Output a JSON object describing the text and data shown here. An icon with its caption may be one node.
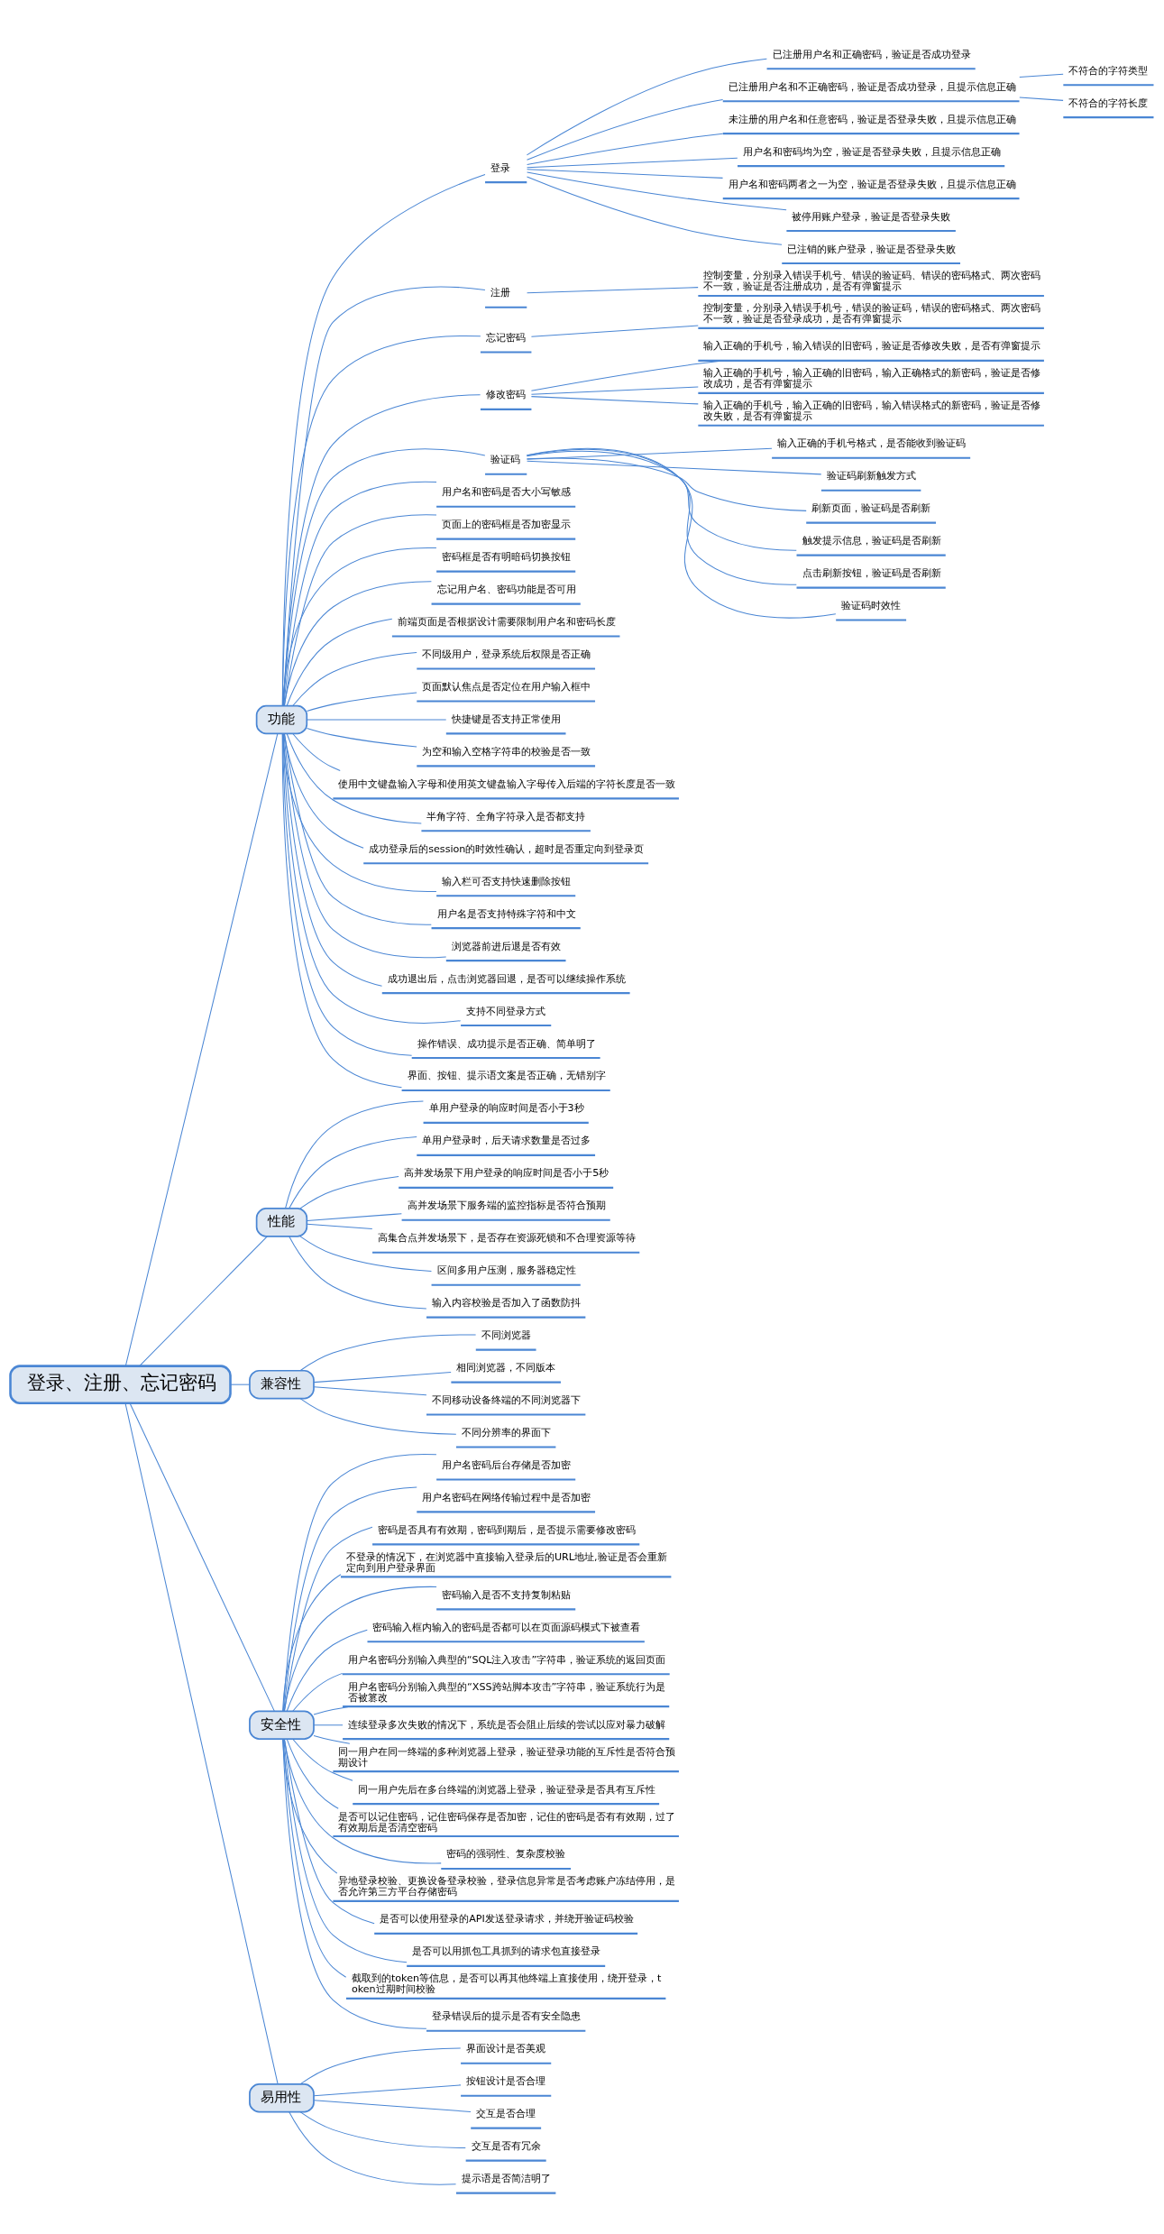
{
  "diagram": {
    "nodes": [
      {
        "text": [
          "登录、注册、忘记密码"
        ]
      },
      {
        "text": [
          "功能"
        ]
      },
      {
        "text": [
          "登录"
        ]
      },
      {
        "text": [
          "已注册用户名和正确密码，验证是否成功登录"
        ]
      },
      {
        "text": [
          "已注册用户名和不正确密码，验证是否成功登录，且提示信息正确"
        ]
      },
      {
        "text": [
          "不符合的字符类型"
        ]
      },
      {
        "text": [
          "不符合的字符长度"
        ]
      },
      {
        "text": [
          "未注册的用户名和任意密码，验证是否登录失败，且提示信息正确"
        ]
      },
      {
        "text": [
          "用户名和密码均为空，验证是否登录失败，且提示信息正确"
        ]
      },
      {
        "text": [
          "用户名和密码两者之一为空，验证是否登录失败，且提示信息正确"
        ]
      },
      {
        "text": [
          "被停用账户登录，验证是否登录失败"
        ]
      },
      {
        "text": [
          "已注销的账户登录，验证是否登录失败"
        ]
      },
      {
        "text": [
          "注册"
        ]
      },
      {
        "text": [
          "控制变量，分别录入错误手机号、错误的验证码、错误的密码格式、两次密码不一致，验证是否注册成功，是否有弹窗提示"
        ]
      },
      {
        "text": [
          "忘记密码"
        ]
      },
      {
        "text": [
          "控制变量，分别录入错误手机号，错误的验证码，错误的密码格式、两次密码不一致，验证是否登录成功，是否有弹窗提示"
        ]
      },
      {
        "text": [
          "修改密码"
        ]
      },
      {
        "text": [
          "输入正确的手机号，输入错误的旧密码，验证是否修改失败，是否有弹窗提示"
        ]
      },
      {
        "text": [
          "输入正确的手机号，输入正确的旧密码，输入正确格式的新密码，验证是否修改成功，是否有弹窗提示"
        ]
      },
      {
        "text": [
          "输入正确的手机号，输入正确的旧密码，输入错误格式的新密码，验证是否修改失败，是否有弹窗提示"
        ]
      },
      {
        "text": [
          "验证码"
        ]
      },
      {
        "text": [
          "输入正确的手机号格式，是否能收到验证码"
        ]
      },
      {
        "text": [
          "验证码刷新触发方式"
        ]
      },
      {
        "text": [
          "刷新页面，验证码是否刷新"
        ]
      },
      {
        "text": [
          "触发提示信息，验证码是否刷新"
        ]
      },
      {
        "text": [
          "点击刷新按钮，验证码是否刷新"
        ]
      },
      {
        "text": [
          "验证码时效性"
        ]
      },
      {
        "text": [
          "用户名和密码是否大小写敏感"
        ]
      },
      {
        "text": [
          "页面上的密码框是否加密显示"
        ]
      },
      {
        "text": [
          "密码框是否有明暗码切换按钮"
        ]
      },
      {
        "text": [
          "忘记用户名、密码功能是否可用"
        ]
      },
      {
        "text": [
          "前端页面是否根据设计需要限制用户名和密码长度"
        ]
      },
      {
        "text": [
          "不同级用户，登录系统后权限是否正确"
        ]
      },
      {
        "text": [
          "页面默认焦点是否定位在用户输入框中"
        ]
      },
      {
        "text": [
          "快捷键是否支持正常使用"
        ]
      },
      {
        "text": [
          "为空和输入空格字符串的校验是否一致"
        ]
      },
      {
        "text": [
          "使用中文键盘输入字母和使用英文键盘输入字母传入后端的字符长度是否一致"
        ]
      },
      {
        "text": [
          "半角字符、全角字符录入是否都支持"
        ]
      },
      {
        "text": [
          "成功登录后的session的时效性确认，超时是否重定向到登录页"
        ]
      },
      {
        "text": [
          "输入栏可否支持快速删除按钮"
        ]
      },
      {
        "text": [
          "用户名是否支持特殊字符和中文"
        ]
      },
      {
        "text": [
          "浏览器前进后退是否有效"
        ]
      },
      {
        "text": [
          "成功退出后，点击浏览器回退，是否可以继续操作系统"
        ]
      },
      {
        "text": [
          "支持不同登录方式"
        ]
      },
      {
        "text": [
          "操作错误、成功提示是否正确、简单明了"
        ]
      },
      {
        "text": [
          "界面、按钮、提示语文案是否正确，无错别字"
        ]
      },
      {
        "text": [
          "性能"
        ]
      },
      {
        "text": [
          "单用户登录的响应时间是否小于3秒"
        ]
      },
      {
        "text": [
          "单用户登录时，后天请求数量是否过多"
        ]
      },
      {
        "text": [
          "高并发场景下用户登录的响应时间是否小于5秒"
        ]
      },
      {
        "text": [
          "高并发场景下服务端的监控指标是否符合预期"
        ]
      },
      {
        "text": [
          "高集合点并发场景下，是否存在资源死锁和不合理资源等待"
        ]
      },
      {
        "text": [
          "区间多用户压测，服务器稳定性"
        ]
      },
      {
        "text": [
          "输入内容校验是否加入了函数防抖"
        ]
      },
      {
        "text": [
          "兼容性"
        ]
      },
      {
        "text": [
          "不同浏览器"
        ]
      },
      {
        "text": [
          "相同浏览器，不同版本"
        ]
      },
      {
        "text": [
          "不同移动设备终端的不同浏览器下"
        ]
      },
      {
        "text": [
          "不同分辨率的界面下"
        ]
      },
      {
        "text": [
          "安全性"
        ]
      },
      {
        "text": [
          "用户名密码后台存储是否加密"
        ]
      },
      {
        "text": [
          "用户名密码在网络传输过程中是否加密"
        ]
      },
      {
        "text": [
          "密码是否具有有效期，密码到期后，是否提示需要修改密码"
        ]
      },
      {
        "text": [
          "不登录的情况下，在浏览器中直接输入登录后的URL地址,验证是否会重新定向到用户登录界面"
        ]
      },
      {
        "text": [
          "密码输入是否不支持复制粘贴"
        ]
      },
      {
        "text": [
          "密码输入框内输入的密码是否都可以在页面源码模式下被查看"
        ]
      },
      {
        "text": [
          "用户名密码分别输入典型的“SQL注入攻击”字符串，验证系统的返回页面"
        ]
      },
      {
        "text": [
          "用户名密码分别输入典型的“XSS跨站脚本攻击”字符串，验证系统行为是否被篡改"
        ]
      },
      {
        "text": [
          "连续登录多次失败的情况下，系统是否会阻止后续的尝试以应对暴力破解"
        ]
      },
      {
        "text": [
          "同一用户在同一终端的多种浏览器上登录，验证登录功能的互斥性是否符合预期设计"
        ]
      },
      {
        "text": [
          "同一用户先后在多台终端的浏览器上登录，验证登录是否具有互斥性"
        ]
      },
      {
        "text": [
          "是否可以记住密码，记住密码保存是否加密，记住的密码是否有有效期，过了有效期后是否清空密码"
        ]
      },
      {
        "text": [
          "密码的强弱性、复杂度校验"
        ]
      },
      {
        "text": [
          "异地登录校验、更换设备登录校验，登录信息异常是否考虑账户冻结停用，是否允许第三方平台存储密码"
        ]
      },
      {
        "text": [
          "是否可以使用登录的API发送登录请求，并绕开验证码校验"
        ]
      },
      {
        "text": [
          "是否可以用抓包工具抓到的请求包直接登录"
        ]
      },
      {
        "text": [
          "截取到的token等信息，是否可以再其他终端上直接使用，绕开登录，token过期时间校验"
        ]
      },
      {
        "text": [
          "登录错误后的提示是否有安全隐患"
        ]
      },
      {
        "text": [
          "易用性"
        ]
      },
      {
        "text": [
          "界面设计是否美观"
        ]
      },
      {
        "text": [
          "按钮设计是否合理"
        ]
      },
      {
        "text": [
          "交互是否合理"
        ]
      },
      {
        "text": [
          "交互是否有冗余"
        ]
      },
      {
        "text": [
          "提示语是否简洁明了"
        ]
      }
    ],
    "edges": [
      {
        "from": 0,
        "to": 1,
        "arrow": "none"
      },
      {
        "from": 1,
        "to": 2,
        "arrow": "none"
      },
      {
        "from": 2,
        "to": 3,
        "arrow": "none"
      },
      {
        "from": 2,
        "to": 4,
        "arrow": "none"
      },
      {
        "from": 4,
        "to": 5,
        "arrow": "none"
      },
      {
        "from": 4,
        "to": 6,
        "arrow": "none"
      },
      {
        "from": 2,
        "to": 7,
        "arrow": "none"
      },
      {
        "from": 2,
        "to": 8,
        "arrow": "none"
      },
      {
        "from": 2,
        "to": 9,
        "arrow": "none"
      },
      {
        "from": 2,
        "to": 10,
        "arrow": "none"
      },
      {
        "from": 2,
        "to": 11,
        "arrow": "none"
      },
      {
        "from": 1,
        "to": 12,
        "arrow": "none"
      },
      {
        "from": 12,
        "to": 13,
        "arrow": "none"
      },
      {
        "from": 1,
        "to": 14,
        "arrow": "none"
      },
      {
        "from": 14,
        "to": 15,
        "arrow": "none"
      },
      {
        "from": 1,
        "to": 16,
        "arrow": "none"
      },
      {
        "from": 16,
        "to": 17,
        "arrow": "none"
      },
      {
        "from": 16,
        "to": 18,
        "arrow": "none"
      },
      {
        "from": 16,
        "to": 19,
        "arrow": "none"
      },
      {
        "from": 1,
        "to": 20,
        "arrow": "none"
      },
      {
        "from": 20,
        "to": 21,
        "arrow": "none"
      },
      {
        "from": 20,
        "to": 22,
        "arrow": "none"
      },
      {
        "from": 20,
        "to": 23,
        "arrow": "none"
      },
      {
        "from": 20,
        "to": 24,
        "arrow": "none"
      },
      {
        "from": 20,
        "to": 25,
        "arrow": "none"
      },
      {
        "from": 20,
        "to": 26,
        "arrow": "none"
      },
      {
        "from": 1,
        "to": 27,
        "arrow": "none"
      },
      {
        "from": 1,
        "to": 28,
        "arrow": "none"
      },
      {
        "from": 1,
        "to": 29,
        "arrow": "none"
      },
      {
        "from": 1,
        "to": 30,
        "arrow": "none"
      },
      {
        "from": 1,
        "to": 31,
        "arrow": "none"
      },
      {
        "from": 1,
        "to": 32,
        "arrow": "none"
      },
      {
        "from": 1,
        "to": 33,
        "arrow": "none"
      },
      {
        "from": 1,
        "to": 34,
        "arrow": "none"
      },
      {
        "from": 1,
        "to": 35,
        "arrow": "none"
      },
      {
        "from": 1,
        "to": 36,
        "arrow": "none"
      },
      {
        "from": 1,
        "to": 37,
        "arrow": "none"
      },
      {
        "from": 1,
        "to": 38,
        "arrow": "none"
      },
      {
        "from": 1,
        "to": 39,
        "arrow": "none"
      },
      {
        "from": 1,
        "to": 40,
        "arrow": "none"
      },
      {
        "from": 1,
        "to": 41,
        "arrow": "none"
      },
      {
        "from": 1,
        "to": 42,
        "arrow": "none"
      },
      {
        "from": 1,
        "to": 43,
        "arrow": "none"
      },
      {
        "from": 1,
        "to": 44,
        "arrow": "none"
      },
      {
        "from": 1,
        "to": 45,
        "arrow": "none"
      },
      {
        "from": 0,
        "to": 46,
        "arrow": "none"
      },
      {
        "from": 46,
        "to": 47,
        "arrow": "none"
      },
      {
        "from": 46,
        "to": 48,
        "arrow": "none"
      },
      {
        "from": 46,
        "to": 49,
        "arrow": "none"
      },
      {
        "from": 46,
        "to": 50,
        "arrow": "none"
      },
      {
        "from": 46,
        "to": 51,
        "arrow": "none"
      },
      {
        "from": 46,
        "to": 52,
        "arrow": "none"
      },
      {
        "from": 46,
        "to": 53,
        "arrow": "none"
      },
      {
        "from": 0,
        "to": 54,
        "arrow": "none"
      },
      {
        "from": 54,
        "to": 55,
        "arrow": "none"
      },
      {
        "from": 54,
        "to": 56,
        "arrow": "none"
      },
      {
        "from": 54,
        "to": 57,
        "arrow": "none"
      },
      {
        "from": 54,
        "to": 58,
        "arrow": "none"
      },
      {
        "from": 0,
        "to": 59,
        "arrow": "none"
      },
      {
        "from": 59,
        "to": 60,
        "arrow": "none"
      },
      {
        "from": 59,
        "to": 61,
        "arrow": "none"
      },
      {
        "from": 59,
        "to": 62,
        "arrow": "none"
      },
      {
        "from": 59,
        "to": 63,
        "arrow": "none"
      },
      {
        "from": 59,
        "to": 64,
        "arrow": "none"
      },
      {
        "from": 59,
        "to": 65,
        "arrow": "none"
      },
      {
        "from": 59,
        "to": 66,
        "arrow": "none"
      },
      {
        "from": 59,
        "to": 67,
        "arrow": "none"
      },
      {
        "from": 59,
        "to": 68,
        "arrow": "none"
      },
      {
        "from": 59,
        "to": 69,
        "arrow": "none"
      },
      {
        "from": 59,
        "to": 70,
        "arrow": "none"
      },
      {
        "from": 59,
        "to": 71,
        "arrow": "none"
      },
      {
        "from": 59,
        "to": 72,
        "arrow": "none"
      },
      {
        "from": 59,
        "to": 73,
        "arrow": "none"
      },
      {
        "from": 59,
        "to": 74,
        "arrow": "none"
      },
      {
        "from": 59,
        "to": 75,
        "arrow": "none"
      },
      {
        "from": 59,
        "to": 76,
        "arrow": "none"
      },
      {
        "from": 59,
        "to": 77,
        "arrow": "none"
      },
      {
        "from": 0,
        "to": 78,
        "arrow": "none"
      },
      {
        "from": 78,
        "to": 79,
        "arrow": "none"
      },
      {
        "from": 78,
        "to": 80,
        "arrow": "none"
      },
      {
        "from": 78,
        "to": 81,
        "arrow": "none"
      },
      {
        "from": 78,
        "to": 82,
        "arrow": "none"
      },
      {
        "from": 78,
        "to": 83,
        "arrow": "none"
      }
    ]
  }
}
